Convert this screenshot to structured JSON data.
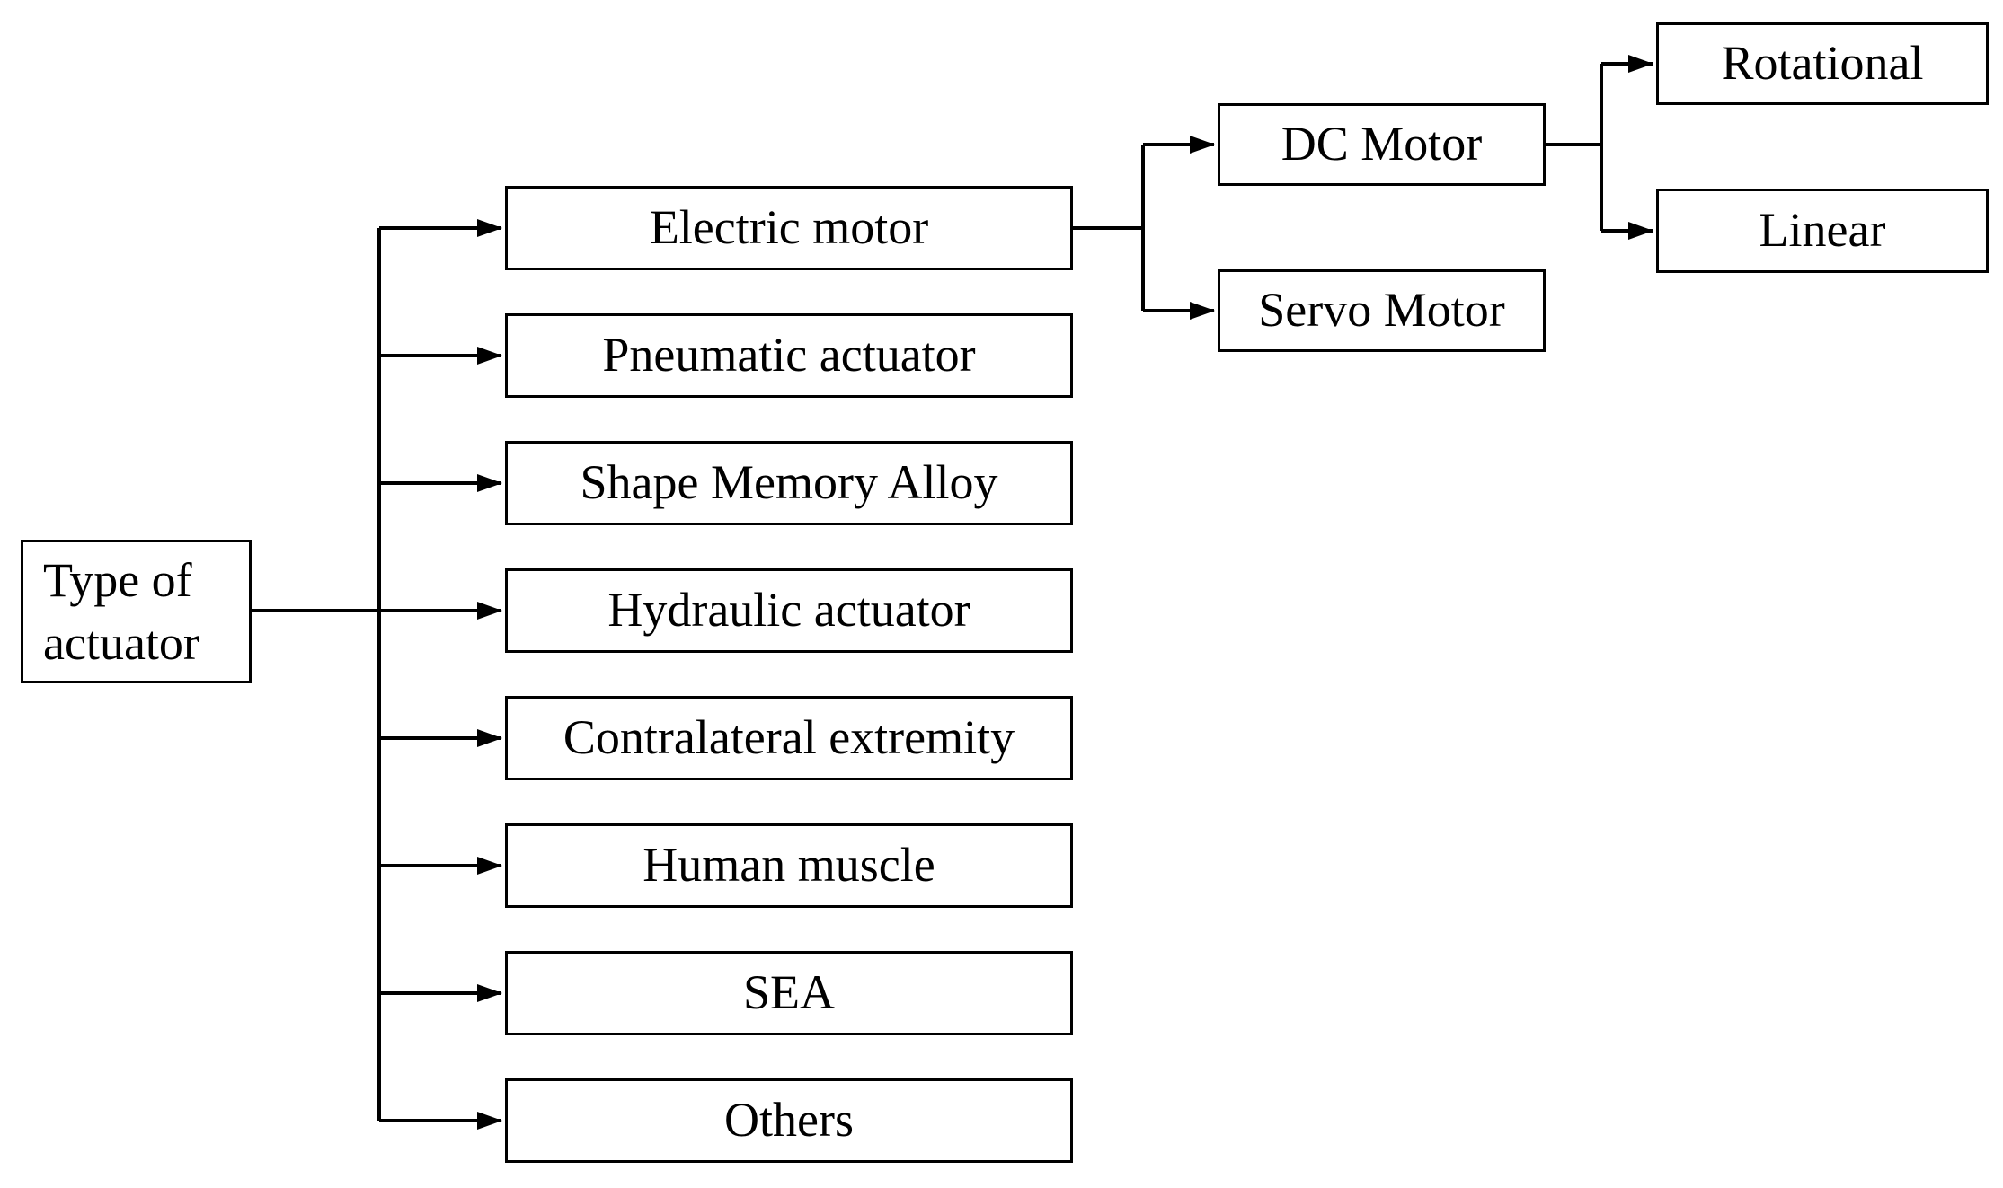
{
  "diagram": {
    "type": "tree",
    "direction": "left-to-right",
    "root": {
      "label": "Type of actuator",
      "lines": [
        "Type of",
        "actuator"
      ]
    },
    "level1": [
      "Electric motor",
      "Pneumatic actuator",
      "Shape Memory Alloy",
      "Hydraulic actuator",
      "Contralateral extremity",
      "Human muscle",
      "SEA",
      "Others"
    ],
    "children": {
      "electric_motor": [
        "DC Motor",
        "Servo Motor"
      ],
      "dc_motor": [
        "Rotational",
        "Linear"
      ]
    },
    "colors": {
      "line": "#000000",
      "box_border": "#000000",
      "box_fill": "#ffffff",
      "text": "#000000",
      "background": "#ffffff"
    }
  }
}
